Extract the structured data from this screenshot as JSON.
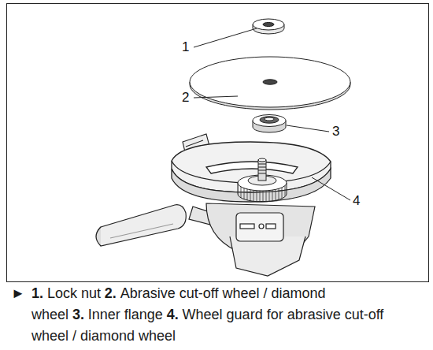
{
  "diagram": {
    "labels": [
      "1",
      "2",
      "3",
      "4",
      "►",
      "1.",
      "Lock nut",
      "2.",
      "Abrasive cut-off wheel / diamond wheel",
      "3.",
      "Inner flange",
      "4.",
      "Wheel guard for abrasive cut-off wheel / diamond wheel"
    ]
  }
}
